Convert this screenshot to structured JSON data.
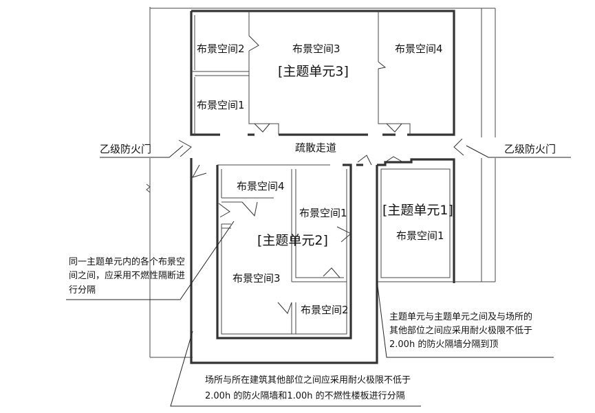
{
  "units": {
    "unit3": {
      "label": "[主题单元3]",
      "spaces": [
        "布景空间2",
        "布景空间1",
        "布景空间3",
        "布景空间4"
      ]
    },
    "unit2": {
      "label": "[主题单元2]",
      "spaces": [
        "布景空间4",
        "布景空间1",
        "布景空间3",
        "布景空间2"
      ]
    },
    "unit1": {
      "label": "[主题单元1]",
      "spaces": [
        "布景空间1"
      ]
    }
  },
  "corridor": "疏散走道",
  "fire_doors": {
    "left": "乙级防火门",
    "right": "乙级防火门"
  },
  "notes": {
    "left_line1": "同一主题单元内的各个布景空",
    "left_line2": "间之间，应采用不燃性隔断进",
    "left_line3": "行分隔",
    "right_line1": "主题单元与主题单元之间及与场所的",
    "right_line2": "其他部位之间应采用耐火极限不低于",
    "right_line3": "2.00h 的防火隔墙分隔到顶",
    "bottom_line1": "场所与所在建筑其他部位之间应采用耐火极限不低于",
    "bottom_line2": "2.00h 的防火隔墙和1.00h 的不燃性楼板进行分隔"
  }
}
